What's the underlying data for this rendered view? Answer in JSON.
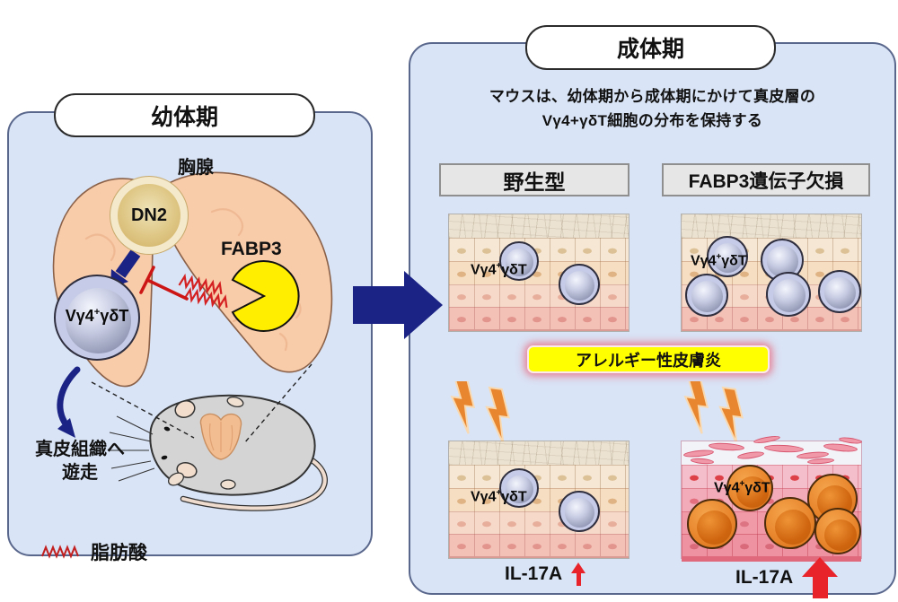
{
  "left_panel": {
    "title": "幼体期",
    "thymus_label": "胸腺",
    "dn2_label": "DN2",
    "fabp3_label": "FABP3",
    "migrate_line1": "真皮組織へ",
    "migrate_line2": "遊走"
  },
  "cell_label": {
    "pre": "Vγ4",
    "sup": "+",
    "post": "γδT"
  },
  "legend": {
    "fatty_acid_label": "脂肪酸"
  },
  "right_panel": {
    "title": "成体期",
    "description_line1": "マウスは、幼体期から成体期にかけて真皮層の",
    "description_line2": "Vγ4+γδT細胞の分布を保持する",
    "wildtype_header": "野生型",
    "ko_header": "FABP3遺伝子欠損",
    "banner_label": "アレルギー性皮膚炎",
    "il17a_left": "IL-17A",
    "il17a_right": "IL-17A"
  },
  "colors": {
    "panel_bg": "#d9e4f6",
    "accent_navy": "#1b2385",
    "thymus_peach": "#f8cba9",
    "pacman_yellow": "#ffee00",
    "cell_lavender": "#c6cbe7",
    "activated_orange": "#e8862d",
    "alert_red": "#e8242a",
    "banner_yellow": "#ffff00",
    "bolt_orange": "#e8862f"
  }
}
